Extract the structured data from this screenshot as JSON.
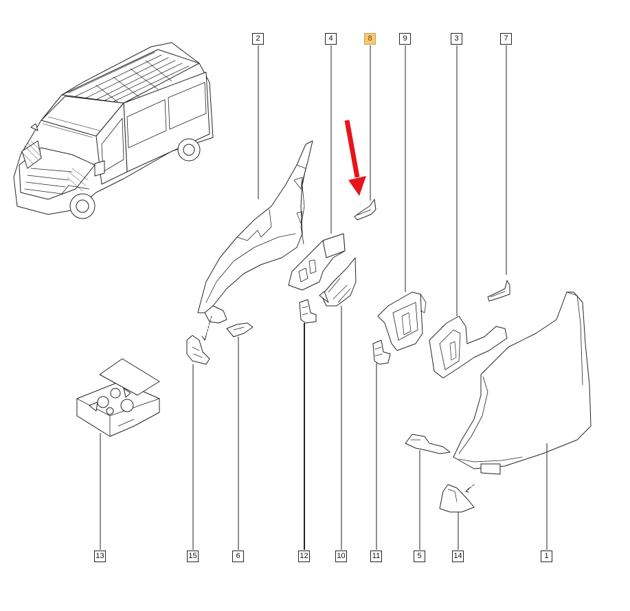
{
  "diagram": {
    "callouts": [
      {
        "id": "2",
        "label": "2"
      },
      {
        "id": "4",
        "label": "4"
      },
      {
        "id": "8",
        "label": "8",
        "highlighted": true
      },
      {
        "id": "9",
        "label": "9"
      },
      {
        "id": "3",
        "label": "3"
      },
      {
        "id": "7",
        "label": "7"
      },
      {
        "id": "13",
        "label": "13"
      },
      {
        "id": "15",
        "label": "15"
      },
      {
        "id": "6",
        "label": "6"
      },
      {
        "id": "12",
        "label": "12"
      },
      {
        "id": "10",
        "label": "10"
      },
      {
        "id": "11",
        "label": "11"
      },
      {
        "id": "5",
        "label": "5"
      },
      {
        "id": "14",
        "label": "14"
      },
      {
        "id": "1",
        "label": "1"
      }
    ],
    "highlight_color": "#f7c873",
    "arrow_color": "#e8141b",
    "line_color": "#222222"
  }
}
